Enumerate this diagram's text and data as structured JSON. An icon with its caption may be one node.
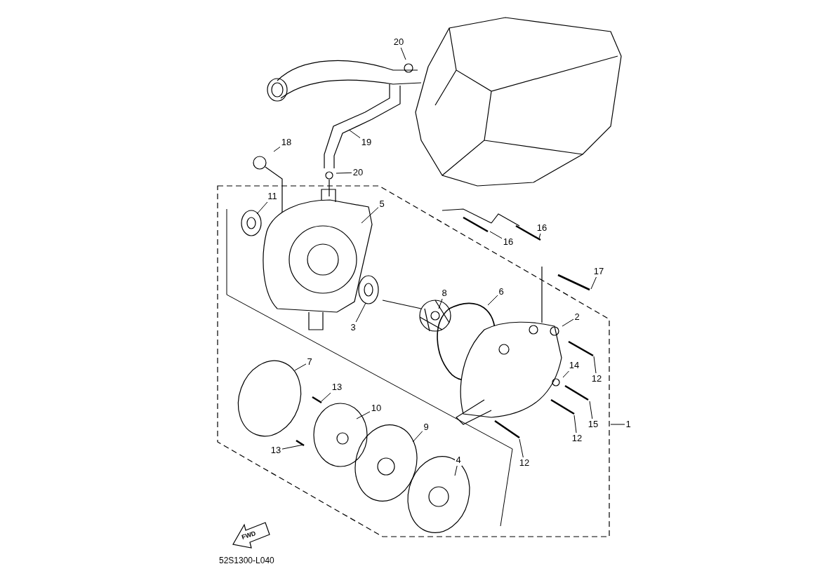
{
  "diagram": {
    "nodes": [
      {
        "text": [
          "20"
        ]
      },
      {
        "text": [
          "19"
        ]
      },
      {
        "text": [
          "18"
        ]
      },
      {
        "text": [
          "20"
        ]
      },
      {
        "text": [
          "11"
        ]
      },
      {
        "text": [
          "5"
        ]
      },
      {
        "text": [
          "16"
        ]
      },
      {
        "text": [
          "16"
        ]
      },
      {
        "text": [
          "17"
        ]
      },
      {
        "text": [
          "3"
        ]
      },
      {
        "text": [
          "8"
        ]
      },
      {
        "text": [
          "6"
        ]
      },
      {
        "text": [
          "2"
        ]
      },
      {
        "text": [
          "14"
        ]
      },
      {
        "text": [
          "12"
        ]
      },
      {
        "text": [
          "7"
        ]
      },
      {
        "text": [
          "13"
        ]
      },
      {
        "text": [
          "10"
        ]
      },
      {
        "text": [
          "15"
        ]
      },
      {
        "text": [
          "12"
        ]
      },
      {
        "text": [
          "1"
        ]
      },
      {
        "text": [
          "13"
        ]
      },
      {
        "text": [
          "9"
        ]
      },
      {
        "text": [
          "12"
        ]
      },
      {
        "text": [
          "4"
        ]
      }
    ],
    "edges": [
      {
        "from": 0,
        "to": null,
        "arrow": "none"
      },
      {
        "from": 1,
        "to": null,
        "arrow": "none"
      },
      {
        "from": 2,
        "to": null,
        "arrow": "none"
      },
      {
        "from": 3,
        "to": null,
        "arrow": "none"
      },
      {
        "from": 4,
        "to": null,
        "arrow": "none"
      },
      {
        "from": 5,
        "to": null,
        "arrow": "none"
      },
      {
        "from": 6,
        "to": null,
        "arrow": "none"
      },
      {
        "from": 7,
        "to": null,
        "arrow": "none"
      },
      {
        "from": 8,
        "to": null,
        "arrow": "none"
      },
      {
        "from": 9,
        "to": null,
        "arrow": "none"
      },
      {
        "from": 10,
        "to": null,
        "arrow": "none"
      },
      {
        "from": 11,
        "to": null,
        "arrow": "none"
      },
      {
        "from": 12,
        "to": null,
        "arrow": "none"
      },
      {
        "from": 13,
        "to": null,
        "arrow": "none"
      },
      {
        "from": 14,
        "to": null,
        "arrow": "none"
      },
      {
        "from": 15,
        "to": null,
        "arrow": "none"
      },
      {
        "from": 16,
        "to": null,
        "arrow": "none"
      },
      {
        "from": 17,
        "to": null,
        "arrow": "none"
      },
      {
        "from": 18,
        "to": null,
        "arrow": "none"
      },
      {
        "from": 19,
        "to": null,
        "arrow": "none"
      },
      {
        "from": 20,
        "to": null,
        "arrow": "none"
      },
      {
        "from": 21,
        "to": null,
        "arrow": "none"
      },
      {
        "from": 22,
        "to": null,
        "arrow": "none"
      },
      {
        "from": 23,
        "to": null,
        "arrow": "none"
      },
      {
        "from": 24,
        "to": null,
        "arrow": "none"
      }
    ],
    "labels": [
      "FWD",
      "52S1300-L040"
    ]
  }
}
